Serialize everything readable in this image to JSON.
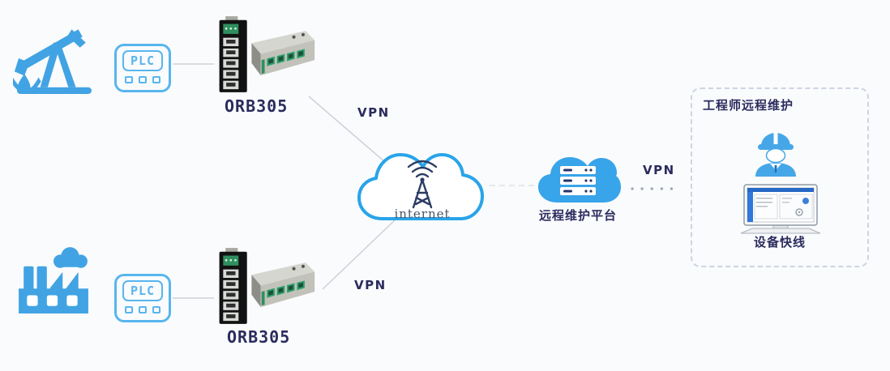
{
  "diagram": {
    "background": "#fafbfd",
    "colors": {
      "bg": "#fafbfd",
      "icon-blue": "#41a3e3",
      "plc-blue": "#58b5ee",
      "cloud-stroke": "#29a4e9",
      "cloud-fill": "#38a4e9",
      "navy": "#2b2b5e",
      "line-gray": "#ccd1d8",
      "dot-gray": "#9aa4b4",
      "panel-border": "#ccd5df"
    }
  },
  "nodes": {
    "oil_site": {
      "icon": "oil-pump-icon"
    },
    "factory_site": {
      "icon": "factory-icon"
    },
    "plc_top": {
      "label": "PLC"
    },
    "plc_bottom": {
      "label": "PLC"
    },
    "router_top": {
      "label": "ORB305"
    },
    "router_bottom": {
      "label": "ORB305"
    },
    "internet_cloud": {
      "label": "internet",
      "icon": "antenna-icon"
    },
    "platform_cloud": {
      "label": "远程维护平台",
      "icon": "server-stack-icon"
    },
    "engineer_panel": {
      "title": "工程师远程维护",
      "engineer_icon": "engineer-icon",
      "monitor_icon": "monitor-icon",
      "software_label": "设备快线"
    }
  },
  "links": {
    "vpn_top_label": "VPN",
    "vpn_bottom_label": "VPN",
    "vpn_platform_label": "VPN"
  }
}
